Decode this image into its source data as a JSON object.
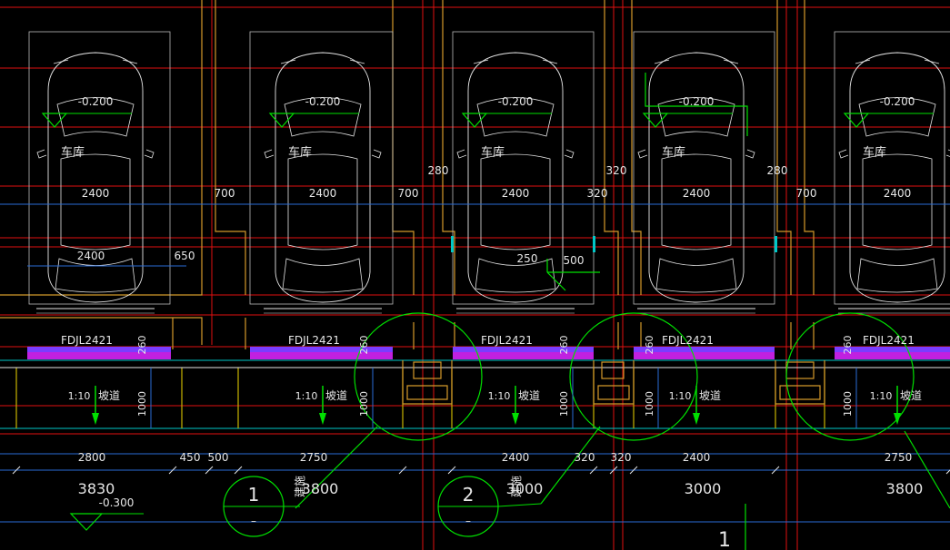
{
  "drawing": {
    "background": "#000000",
    "colors": {
      "red": "#e01010",
      "orange": "#d49a2a",
      "yellow": "#c8b400",
      "blue": "#2a6bd6",
      "green": "#00e000",
      "cyan": "#00c8c8",
      "white": "#e6e6e6",
      "magenta": "#c020e0",
      "purple": "#7a3cff"
    },
    "bays": [
      {
        "elev": "-0.200",
        "room": "车库",
        "width": "2400",
        "beam": "FDJL2421",
        "beam_h": "260",
        "slope": "1:10",
        "ramp": "坡道",
        "ramp_len": "1000"
      },
      {
        "elev": "-0.200",
        "room": "车库",
        "width": "2400",
        "beam": "FDJL2421",
        "beam_h": "260",
        "slope": "1:10",
        "ramp": "坡道",
        "ramp_len": "1000"
      },
      {
        "elev": "-0.200",
        "room": "车库",
        "width": "2400",
        "beam": "FDJL2421",
        "beam_h": "260",
        "slope": "1:10",
        "ramp": "坡道",
        "ramp_len": "1000"
      },
      {
        "elev": "-0.200",
        "room": "车库",
        "width": "2400",
        "beam": "FDJL2421",
        "beam_h": "260",
        "slope": "1:10",
        "ramp": "坡道",
        "ramp_len": "1000"
      },
      {
        "elev": "-0.200",
        "room": "车库",
        "width": "2400",
        "beam": "FDJL2421",
        "beam_h": "260",
        "slope": "1:10",
        "ramp": "坡道",
        "ramp_len": "1000"
      }
    ],
    "top_dims": {
      "d700a": "700",
      "d700b": "700",
      "d700c": "700",
      "d280a": "280",
      "d320": "320",
      "d280b": "280",
      "d650": "650",
      "d250": "250",
      "d500": "500"
    },
    "bottom_dims": [
      "2800",
      "450",
      "500",
      "2750",
      "2400",
      "320",
      "320",
      "2400",
      "2750"
    ],
    "totals": [
      "3830",
      "3800",
      "3000",
      "3000",
      "3800"
    ],
    "bottom_elev": "-0.300",
    "callouts": [
      {
        "num": "1",
        "sub": "–",
        "note": "建施"
      },
      {
        "num": "2",
        "sub": "–",
        "note": "建施"
      }
    ],
    "axis_label": "1"
  }
}
